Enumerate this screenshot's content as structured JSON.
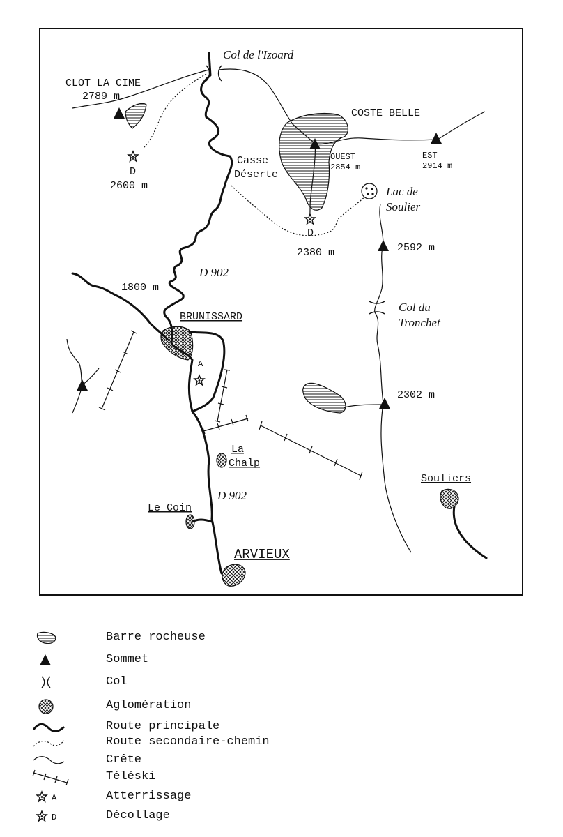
{
  "map": {
    "labels": {
      "col_izoard": "Col de l'Izoard",
      "clot_la_cime": "CLOT LA CIME",
      "clot_alt": "2789 m",
      "coste_belle": "COSTE BELLE",
      "ouest": "OUEST",
      "ouest_alt": "2854 m",
      "est": "EST",
      "est_alt": "2914 m",
      "casse": "Casse",
      "deserte": "Déserte",
      "d_left": "D",
      "alt_2600": "2600 m",
      "lac_de": "Lac de",
      "soulier": "Soulier",
      "d_mid": "D",
      "alt_2380": "2380 m",
      "alt_2592": "2592 m",
      "d902_top": "D 902",
      "alt_1800": "1800 m",
      "brunissard": "BRUNISSARD",
      "col_du": "Col du",
      "tronchet": "Tronchet",
      "a_label": "A",
      "alt_2302": "2302 m",
      "la": "La",
      "chalp": "Chalp",
      "souliers": "Souliers",
      "d902_bottom": "D 902",
      "le_coin": "Le Coin",
      "arvieux": "ARVIEUX"
    }
  },
  "legend": [
    {
      "icon": "rock-barrier-icon",
      "label": "Barre rocheuse"
    },
    {
      "icon": "summit-icon",
      "label": "Sommet"
    },
    {
      "icon": "pass-icon",
      "label": "Col"
    },
    {
      "icon": "settlement-icon",
      "label": "Aglomération"
    },
    {
      "icon": "main-road-icon",
      "label": "Route principale"
    },
    {
      "icon": "secondary-road-icon",
      "label": "Route secondaire-chemin"
    },
    {
      "icon": "ridge-icon",
      "label": "Crête"
    },
    {
      "icon": "ski-lift-icon",
      "label": "Téléski"
    },
    {
      "icon": "landing-icon",
      "label": "Atterrissage",
      "letter": "A"
    },
    {
      "icon": "takeoff-icon",
      "label": "Décollage",
      "letter": "D"
    }
  ]
}
